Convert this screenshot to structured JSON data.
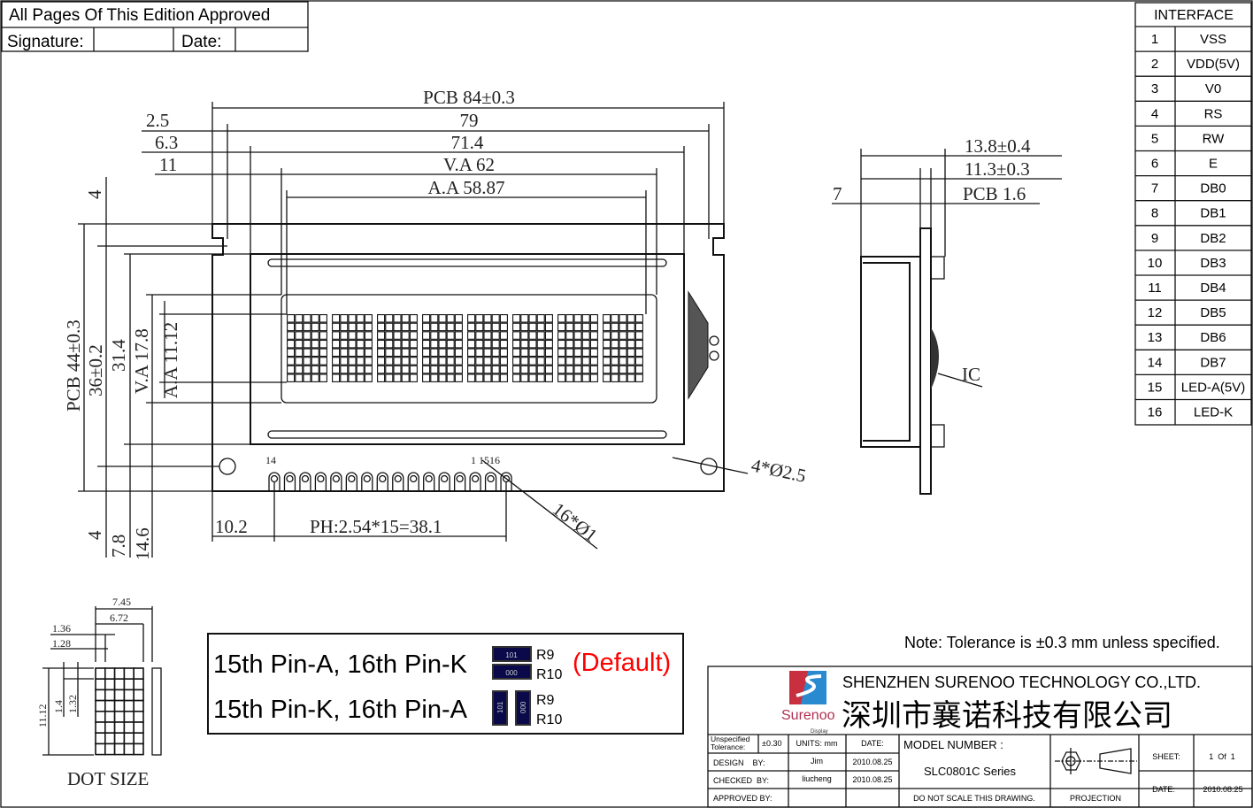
{
  "approval_box": {
    "title": "All Pages Of This Edition Approved",
    "signature_label": "Signature:",
    "date_label": "Date:"
  },
  "interface": {
    "header": "INTERFACE",
    "pins": [
      {
        "no": "1",
        "name": "VSS"
      },
      {
        "no": "2",
        "name": "VDD(5V)"
      },
      {
        "no": "3",
        "name": "V0"
      },
      {
        "no": "4",
        "name": "RS"
      },
      {
        "no": "5",
        "name": "RW"
      },
      {
        "no": "6",
        "name": "E"
      },
      {
        "no": "7",
        "name": "DB0"
      },
      {
        "no": "8",
        "name": "DB1"
      },
      {
        "no": "9",
        "name": "DB2"
      },
      {
        "no": "10",
        "name": "DB3"
      },
      {
        "no": "11",
        "name": "DB4"
      },
      {
        "no": "12",
        "name": "DB5"
      },
      {
        "no": "13",
        "name": "DB6"
      },
      {
        "no": "14",
        "name": "DB7"
      },
      {
        "no": "15",
        "name": "LED-A(5V)"
      },
      {
        "no": "16",
        "name": "LED-K"
      }
    ]
  },
  "front_view": {
    "pcb_width": "PCB 84±0.3",
    "hole_pitch_x": "79",
    "bezel_width": "71.4",
    "va_width": "V.A 62",
    "aa_width": "A.A 58.87",
    "off_2_5": "2.5",
    "off_6_3": "6.3",
    "off_11": "11",
    "top_4": "4",
    "pcb_height": "PCB 44±0.3",
    "hole_pitch_y": "36±0.2",
    "bezel_height": "31.4",
    "va_height": "V.A 17.8",
    "aa_height": "A.A 11.12",
    "bottom_4": "4",
    "bottom_7_8": "7.8",
    "bottom_14_6": "14.6",
    "pin_offset": "10.2",
    "pin_pitch": "PH:2.54*15=38.1",
    "pin_holes": "16*Ø1",
    "mount_holes": "4*Ø2.5",
    "pin_14": "14",
    "pin_15_16": "1 1516"
  },
  "side_view": {
    "depth_max": "13.8±0.4",
    "depth": "11.3±0.3",
    "pcb_thickness": "PCB 1.6",
    "dim_7": "7",
    "ic_label": "IC"
  },
  "dot_size": {
    "title": "DOT SIZE",
    "w1": "7.45",
    "w2": "6.72",
    "p1": "1.36",
    "p2": "1.28",
    "h": "11.12",
    "h1": "1.4",
    "h2": "1.32"
  },
  "backlight": {
    "row1": "15th Pin-A, 16th Pin-K",
    "row2": "15th Pin-K, 16th Pin-A",
    "r9": "R9",
    "r10": "R10",
    "default": "(Default)",
    "code101": "101",
    "code000": "000"
  },
  "note": "Note: Tolerance is ±0.3 mm unless specified.",
  "title_block": {
    "company_en": "SHENZHEN SURENOO TECHNOLOGY CO.,LTD.",
    "company_cn": "深圳市襄诺科技有限公司",
    "logo_text": "Surenoo",
    "logo_sub": "Display",
    "tol_label": "Unspecified Tolerance:",
    "tol_value": "±0.30",
    "units": "UNITS: mm",
    "date_header": "DATE:",
    "design_label": "DESIGN    BY:",
    "design_by": "Jim",
    "design_date": "2010.08.25",
    "checked_label": "CHECKED  BY:",
    "checked_by": "liucheng",
    "checked_date": "2010.08.25",
    "approved_label": "APPROVED BY:",
    "model_label": "MODEL NUMBER :",
    "model": "SLC0801C Series",
    "no_scale": "DO NOT SCALE THIS DRAWING.",
    "projection": "PROJECTION",
    "sheet_label": "SHEET:",
    "sheet": "1  Of  1",
    "date_label": "DATE:",
    "date": "2010.08.25"
  },
  "colors": {
    "accent_red": "#ff0000",
    "resistor_blue": "#0a0a4a"
  }
}
